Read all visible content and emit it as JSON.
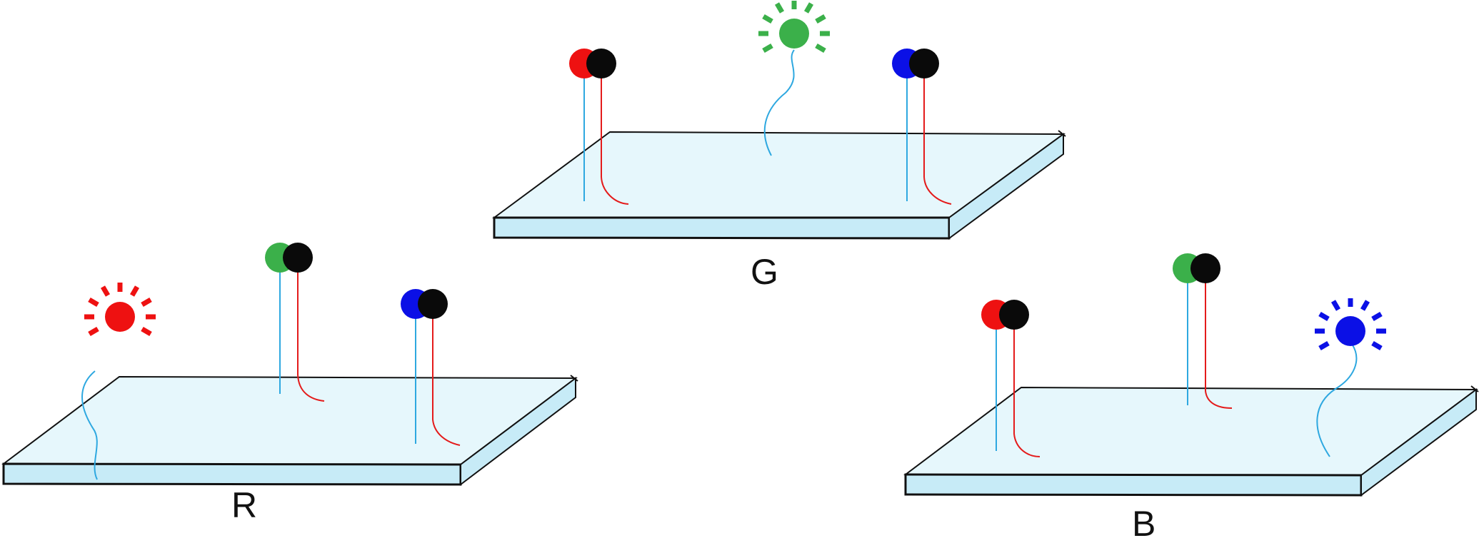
{
  "colors": {
    "red": "#ee1111",
    "green": "#3bb04a",
    "blue": "#0b10e6",
    "black": "#0a0a0a",
    "linker_blue": "#2ea8e0",
    "linker_red": "#e41b1b",
    "slide_top": "#e6f7fc",
    "slide_side": "#c7ebf7",
    "outline": "#111111"
  },
  "slides": [
    {
      "label": "R",
      "emitter": "red",
      "pairs": [
        "green",
        "blue"
      ]
    },
    {
      "label": "G",
      "emitter": "green",
      "pairs": [
        "red",
        "blue"
      ]
    },
    {
      "label": "B",
      "emitter": "blue",
      "pairs": [
        "red",
        "green"
      ]
    }
  ],
  "icons": {
    "emitter": "glowing-dye-icon",
    "pair": "quenched-dye-pair-icon"
  }
}
